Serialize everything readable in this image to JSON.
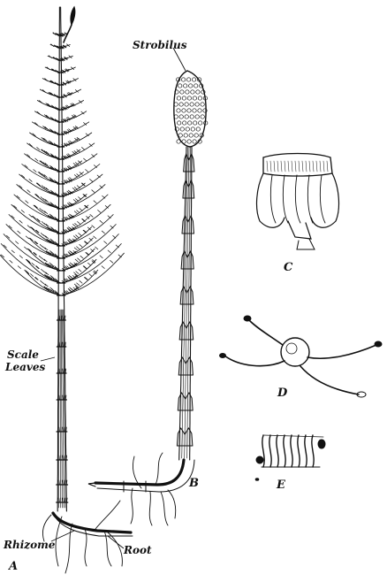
{
  "labels": {
    "strobilus": "Strobilus",
    "scale": "Scale",
    "leaves": "Leaves",
    "rhizome": "Rhizome",
    "root": "Root",
    "A": "A",
    "B": "B",
    "C": "C",
    "D": "D",
    "E": "E"
  },
  "colors": {
    "ink": "#111111",
    "paper": "#ffffff"
  }
}
